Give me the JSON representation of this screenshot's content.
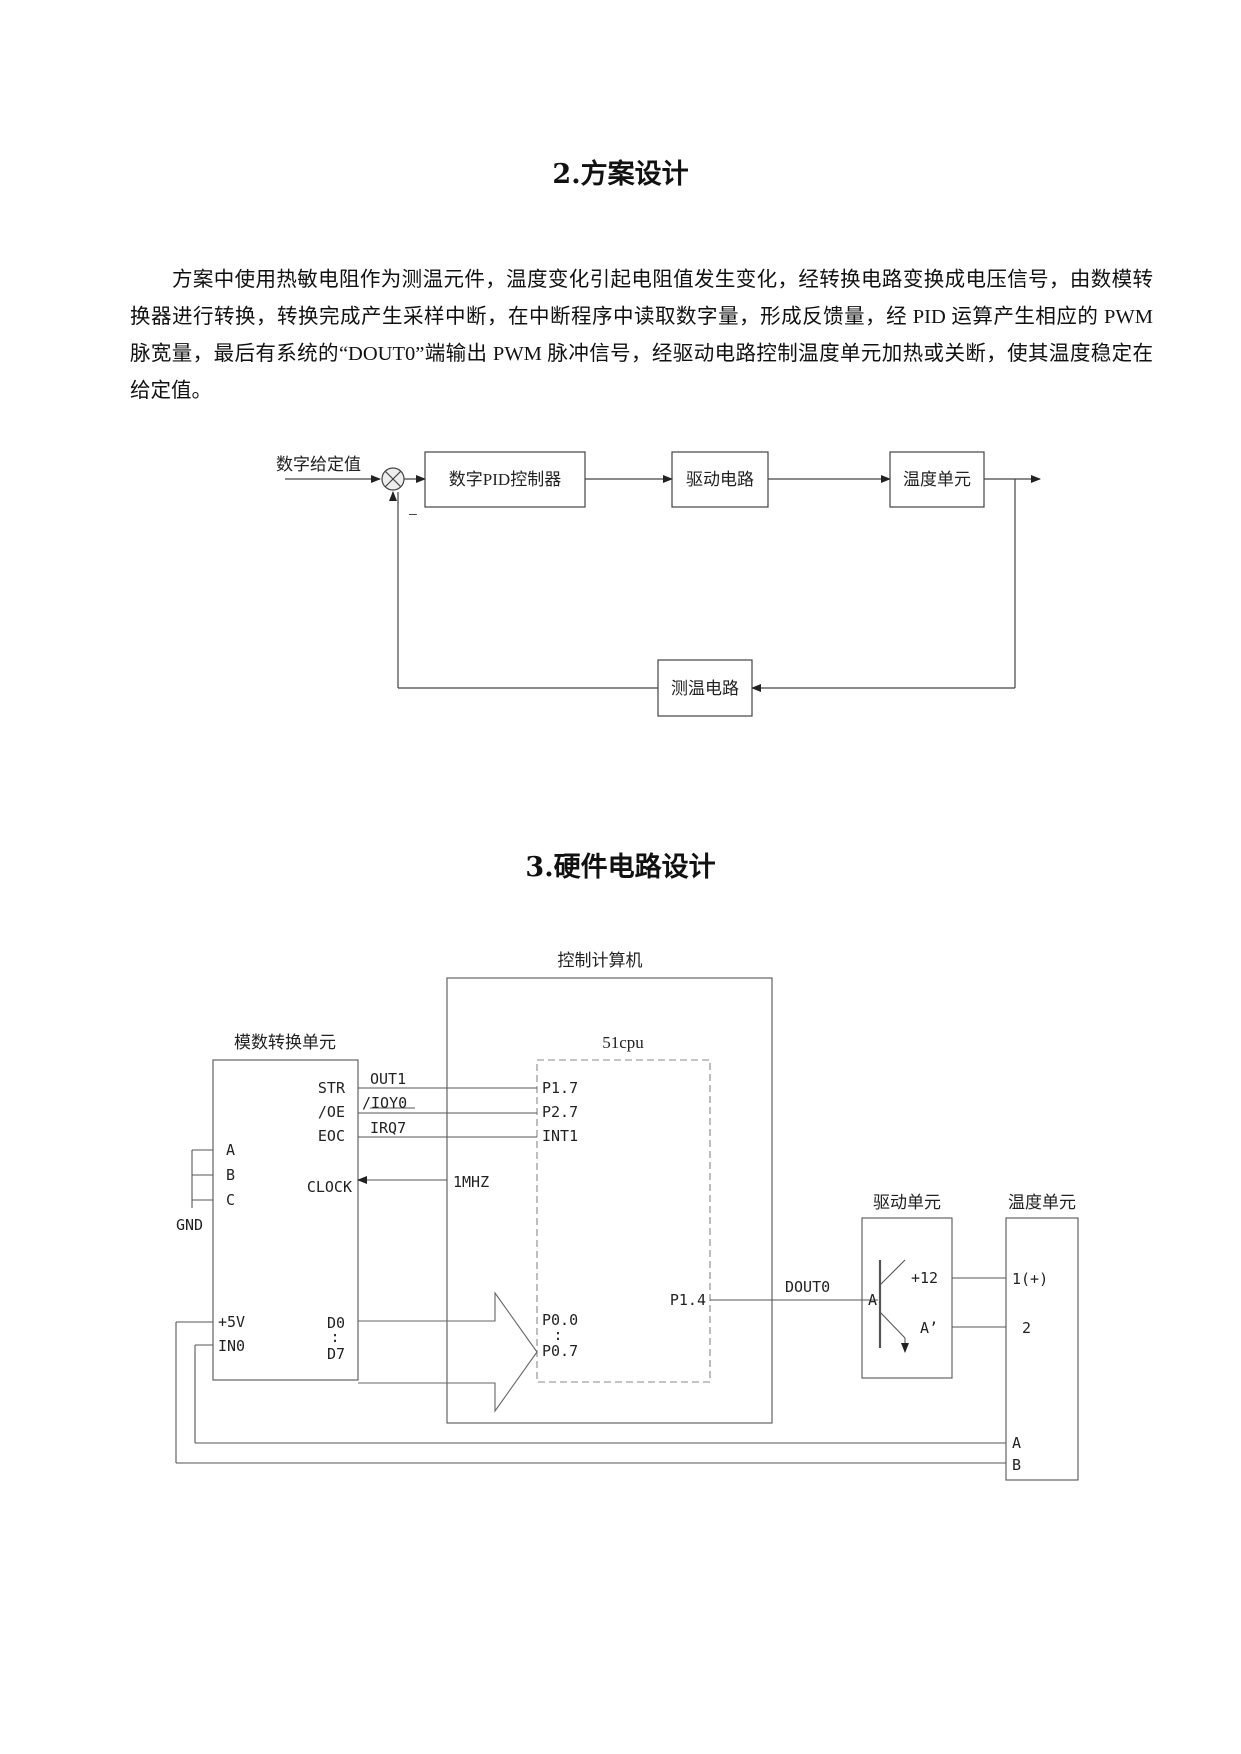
{
  "section2": {
    "title": "2.方案设计",
    "paragraph": "方案中使用热敏电阻作为测温元件，温度变化引起电阻值发生变化，经转换电路变换成电压信号，由数模转换器进行转换，转换完成产生采样中断，在中断程序中读取数字量，形成反馈量，经 PID 运算产生相应的 PWM 脉宽量，最后有系统的“DOUT0”端输出 PWM 脉冲信号，经驱动电路控制温度单元加热或关断，使其温度稳定在给定值。"
  },
  "block_diagram": {
    "input_label": "数字给定值",
    "minus_sign": "−",
    "pid_block": "数字PID控制器",
    "drive_block": "驱动电路",
    "temp_block": "温度单元",
    "measure_block": "测温电路"
  },
  "section3": {
    "title": "3.硬件电路设计"
  },
  "circuit": {
    "control_computer": "控制计算机",
    "cpu": "51cpu",
    "adc_unit": "模数转换单元",
    "adc_pins": [
      "STR",
      "/OE",
      "EOC",
      "CLOCK",
      "D0",
      "D7",
      "+5V",
      "IN0"
    ],
    "adc_addr_pins": [
      "A",
      "B",
      "C"
    ],
    "gnd": "GND",
    "signals": [
      "OUT1",
      "/IOY0",
      "IRQ7"
    ],
    "clock_signal": "1MHZ",
    "cpu_pins": [
      "P1.7",
      "P2.7",
      "INT1",
      "P0.0",
      "P0.7",
      "P1.4"
    ],
    "vertical_dots": ":",
    "dout": "DOUT0",
    "drive_unit": "驱动单元",
    "drive_labels": [
      "A",
      "+12",
      "A’"
    ],
    "temp_unit": "温度单元",
    "temp_pins": [
      "1(+)",
      "2",
      "A",
      "B"
    ]
  }
}
